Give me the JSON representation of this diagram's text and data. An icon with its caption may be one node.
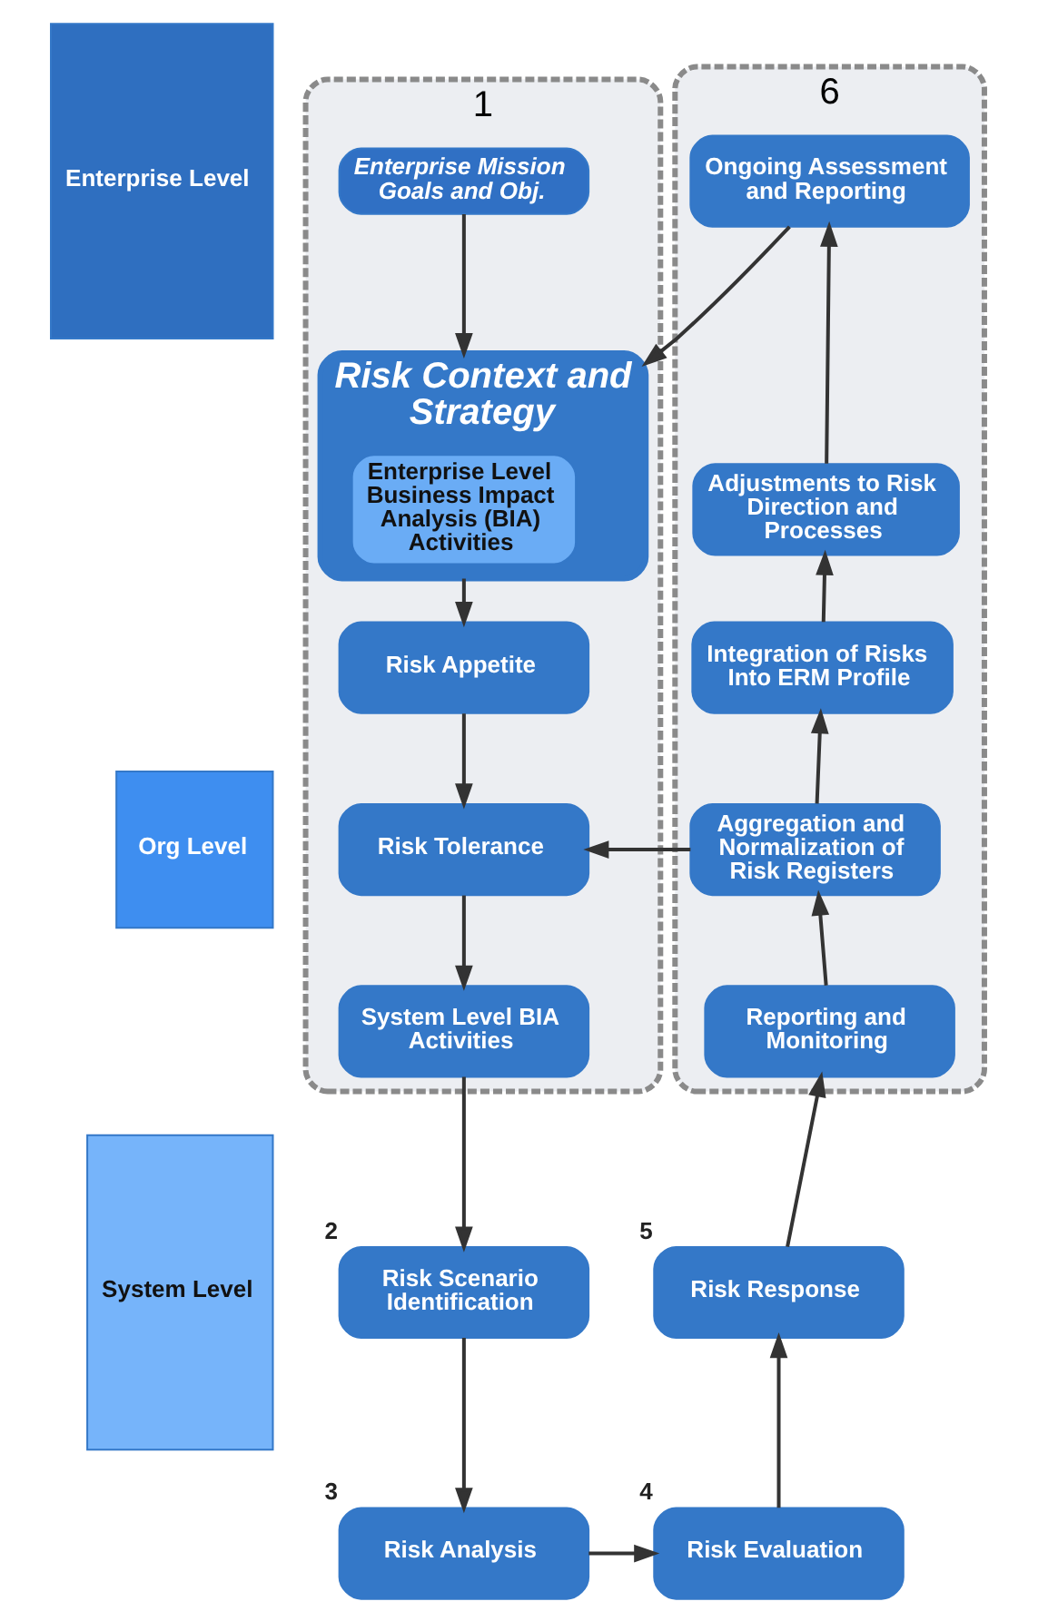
{
  "diagram": {
    "nodes": [
      {
        "text": [
          "Enterprise Level"
        ]
      },
      {
        "text": [
          "Org Level"
        ]
      },
      {
        "text": [
          "System Level"
        ]
      },
      {
        "text": [
          "1"
        ]
      },
      {
        "text": [
          "Enterprise Mission Goals and Obj."
        ],
        "in": 3
      },
      {
        "text": [
          "Risk Context and Strategy"
        ],
        "in": 3
      },
      {
        "text": [
          "Enterprise Level Business Impact Analysis (BIA) Activities"
        ],
        "in": 5
      },
      {
        "text": [
          "Risk Appetite"
        ],
        "in": 3
      },
      {
        "text": [
          "Risk Tolerance"
        ],
        "in": 3
      },
      {
        "text": [
          "System Level BIA Activities"
        ],
        "in": 3
      },
      {
        "text": [
          "Risk Scenario Identification"
        ],
        "beside": [
          "2"
        ]
      },
      {
        "text": [
          "Risk Analysis"
        ],
        "beside": [
          "3"
        ]
      },
      {
        "text": [
          "Risk Evaluation"
        ],
        "beside": [
          "4"
        ]
      },
      {
        "text": [
          "Risk Response"
        ],
        "beside": [
          "5"
        ]
      },
      {
        "text": [
          "6"
        ]
      },
      {
        "text": [
          "Reporting and Monitoring"
        ],
        "in": 14
      },
      {
        "text": [
          "Aggregation and Normalization of Risk Registers"
        ],
        "in": 14
      },
      {
        "text": [
          "Integration of Risks Into ERM Profile"
        ],
        "in": 14
      },
      {
        "text": [
          "Adjustments to Risk Direction and Processes"
        ],
        "in": 14
      },
      {
        "text": [
          "Ongoing Assessment and Reporting"
        ],
        "in": 14
      }
    ],
    "edges": [
      {
        "from": 4,
        "to": 5,
        "arrow": "to"
      },
      {
        "from": 5,
        "to": 7,
        "arrow": "to"
      },
      {
        "from": 7,
        "to": 8,
        "arrow": "to"
      },
      {
        "from": 8,
        "to": 9,
        "arrow": "to"
      },
      {
        "from": 9,
        "to": 10,
        "arrow": "to"
      },
      {
        "from": 10,
        "to": 11,
        "arrow": "to"
      },
      {
        "from": 11,
        "to": 12,
        "arrow": "to"
      },
      {
        "from": 12,
        "to": 13,
        "arrow": "to"
      },
      {
        "from": 13,
        "to": 15,
        "arrow": "to"
      },
      {
        "from": 15,
        "to": 16,
        "arrow": "to"
      },
      {
        "from": 16,
        "to": 8,
        "arrow": "to"
      },
      {
        "from": 16,
        "to": 17,
        "arrow": "to"
      },
      {
        "from": 17,
        "to": 18,
        "arrow": "to"
      },
      {
        "from": 18,
        "to": 19,
        "arrow": "to"
      },
      {
        "from": 19,
        "to": 5,
        "arrow": "to"
      }
    ]
  }
}
